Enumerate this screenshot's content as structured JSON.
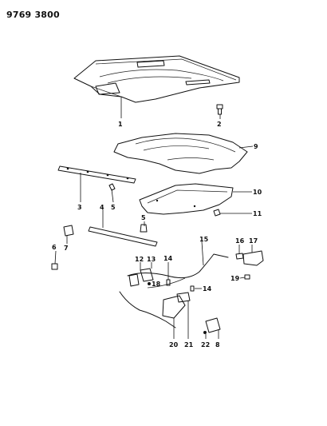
{
  "header": {
    "code": "9769 3800"
  },
  "callouts": [
    "1",
    "2",
    "3",
    "4",
    "5",
    "5",
    "6",
    "7",
    "8",
    "9",
    "10",
    "11",
    "12",
    "13",
    "14",
    "14",
    "15",
    "16",
    "17",
    "18",
    "19",
    "20",
    "21",
    "22"
  ]
}
